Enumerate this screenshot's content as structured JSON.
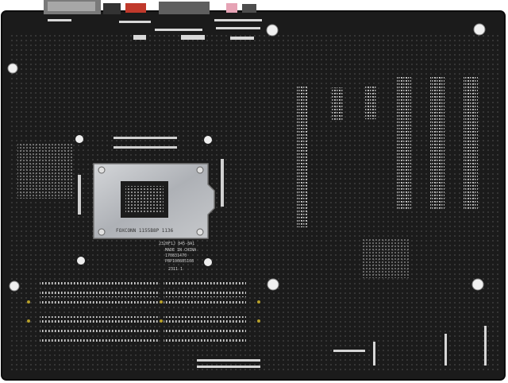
{
  "image": {
    "subject": "motherboard-rear-side",
    "colors": {
      "background": "#ffffff",
      "pcb": "#1b1b1b",
      "pcb_edge": "#0f0f0f",
      "solder": "#d9d9d9",
      "bracket": "#b9bcc0",
      "bracket_dark": "#8e9196",
      "port_red": "#c0392b",
      "port_pink": "#e6a3b5",
      "screw": "#e8e8e8"
    }
  },
  "labels": {
    "bracket_brand": "FOXCONN 1155B8P 1136",
    "made_in": "MADE IN CHINA",
    "code_1": "170831470",
    "code_2": "P8P100885108",
    "code_3": "2311 1",
    "sticker_top": "2320F1J 845-8A1"
  }
}
